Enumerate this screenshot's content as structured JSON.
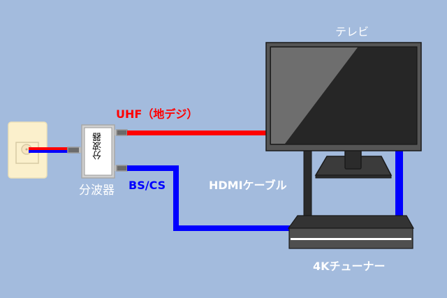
{
  "labels": {
    "tv": "テレビ",
    "uhf": "UHF（地デジ）",
    "splitter_box": "分波器",
    "splitter": "分波器",
    "bscs": "BS/CS",
    "hdmi": "HDMIケーブル",
    "tuner": "4Kチューナー"
  },
  "colors": {
    "background": "#a3bbdd",
    "uhf_cable": "#ff0000",
    "bscs_cable": "#0000ff",
    "hdmi_cable": "#2b2b2b",
    "label_white": "#ffffff",
    "outlet": "#fbf0cc",
    "tv_body": "#555555",
    "tv_screen": "#262626"
  }
}
